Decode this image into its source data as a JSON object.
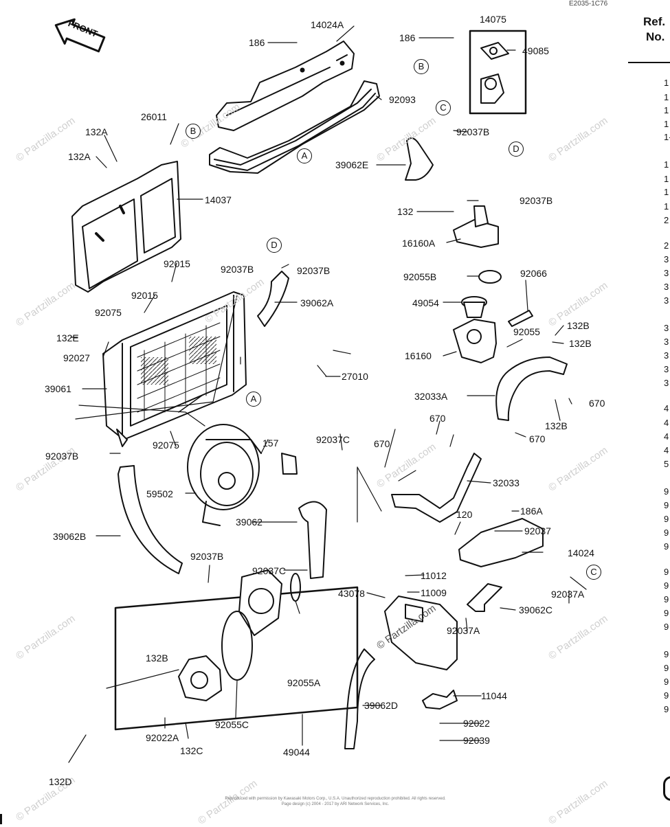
{
  "diagram_code": "E2035-1C76",
  "front_label": "FRONT",
  "watermark": "© Partzilla.com",
  "footer": {
    "line1": "Reproduced with permission by Kawasaki Motors Corp., U.S.A. Unauthorized reproduction prohibited. All rights reserved.",
    "line2": "Page design (c) 2004 - 2017 by ARI Network Services, Inc."
  },
  "ref_column": {
    "heading_line1": "Ref.",
    "heading_line2": "No.",
    "digits": [
      "1",
      "1",
      "1",
      "1",
      "1-",
      "1",
      "1",
      "1",
      "1",
      "2",
      "2",
      "3",
      "3",
      "3",
      "3",
      "3",
      "3",
      "3",
      "3",
      "3",
      "4",
      "4",
      "4",
      "4",
      "5",
      "9",
      "9",
      "9",
      "9",
      "9",
      "9",
      "9",
      "9",
      "9",
      "9",
      "9",
      "9",
      "9",
      "9",
      "9"
    ]
  },
  "labels": {
    "l14024A": "14024A",
    "l186a": "186",
    "l92093": "92093",
    "l26011": "26011",
    "l132A_1": "132A",
    "l132A_2": "132A",
    "l14037": "14037",
    "l14075": "14075",
    "l186b": "186",
    "l49085": "49085",
    "l92037B_top": "92037B",
    "l39062E": "39062E",
    "l92037B_2": "92037B",
    "l132": "132",
    "l16160A": "16160A",
    "l92015a": "92015",
    "l92037B_3": "92037B",
    "l92037B_4": "92037B",
    "l92015b": "92015",
    "l92075a": "92075",
    "l39062A": "39062A",
    "l92055B": "92055B",
    "l92066": "92066",
    "l49054": "49054",
    "l132E": "132E",
    "l92027": "92027",
    "l92055": "92055",
    "l132B_1": "132B",
    "l132B_2": "132B",
    "l16160": "16160",
    "l39061": "39061",
    "l27010": "27010",
    "l32033A": "32033A",
    "l670_1": "670",
    "l132B_3": "132B",
    "l670_2": "670",
    "l92075b": "92075",
    "l157": "157",
    "l92037C_1": "92037C",
    "l670_3": "670",
    "l670_4": "670",
    "l92037B_5": "92037B",
    "l32033": "32033",
    "l59502": "59502",
    "l186A": "186A",
    "l39062": "39062",
    "l92037": "92037",
    "l120": "120",
    "l39062B": "39062B",
    "l14024": "14024",
    "l11012": "11012",
    "l92037B_6": "92037B",
    "l11009": "11009",
    "l92037C_2": "92037C",
    "l43078": "43078",
    "l92037A_1": "92037A",
    "l39062C": "39062C",
    "l92037A_2": "92037A",
    "l132B_4": "132B",
    "l92055A": "92055A",
    "l39062D": "39062D",
    "l11044": "11044",
    "l92055C": "92055C",
    "l92022A": "92022A",
    "l92022": "92022",
    "l132C": "132C",
    "l92039": "92039",
    "l49044": "49044",
    "l132D": "132D"
  },
  "callouts": {
    "A": "A",
    "B": "B",
    "C": "C",
    "D": "D"
  }
}
